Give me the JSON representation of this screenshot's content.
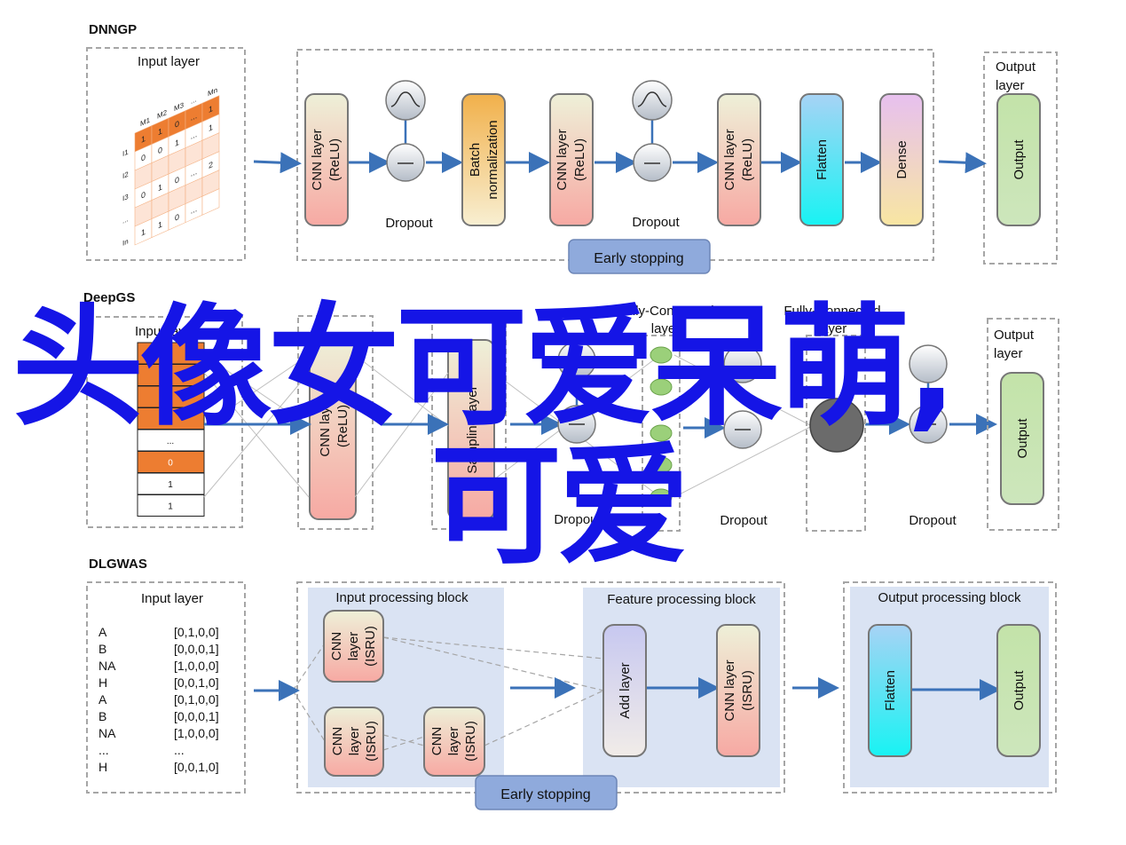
{
  "sections": {
    "dnngp": {
      "title": "DNNGP",
      "input_title": "Input layer",
      "layers": [
        "CNN layer\n(ReLU)",
        "Batch\nnormalization",
        "CNN layer\n(ReLU)",
        "CNN layer\n(ReLU)",
        "Flatten",
        "Dense"
      ],
      "dropout": "Dropout",
      "early_stopping": "Early stopping",
      "output_title": "Output\nlayer",
      "output": "Output",
      "matrix_cells": [
        [
          "1",
          "1",
          "0",
          "...",
          "1"
        ],
        [
          "0",
          "0",
          "1",
          "...",
          "1"
        ],
        [
          "",
          "",
          "",
          "",
          ""
        ],
        [
          "0",
          "1",
          "0",
          "...",
          "2"
        ],
        [
          "",
          "",
          "",
          "",
          ""
        ],
        [
          "1",
          "1",
          "0",
          "...",
          ""
        ]
      ],
      "matrix_cols": [
        "M1",
        "M2",
        "M3",
        "...",
        "Mn"
      ],
      "matrix_rows": [
        "I1",
        "I2",
        "I3",
        "...",
        "In"
      ]
    },
    "deepgs": {
      "title": "DeepGS",
      "input_title": "Input layer",
      "input_cells": [
        "",
        "",
        "",
        "",
        "...",
        "0",
        "1",
        "1"
      ],
      "cnn": "CNN layer\n(ReLU)",
      "sampling": "Sampling layer",
      "fc1": "Fully-Connected\nlayer",
      "fc2": "Fully-Connected\nlayer",
      "dropout": "Dropout",
      "output_title": "Output\nlayer",
      "output": "Output"
    },
    "dlgwas": {
      "title": "DLGWAS",
      "input_title": "Input layer",
      "genotypes": [
        {
          "base": "A",
          "code": "[0,1,0,0]"
        },
        {
          "base": "B",
          "code": "[0,0,0,1]"
        },
        {
          "base": "NA",
          "code": "[1,0,0,0]"
        },
        {
          "base": "H",
          "code": "[0,0,1,0]"
        },
        {
          "base": "A",
          "code": "[0,1,0,0]"
        },
        {
          "base": "B",
          "code": "[0,0,0,1]"
        },
        {
          "base": "NA",
          "code": "[1,0,0,0]"
        },
        {
          "base": "...",
          "code": "..."
        },
        {
          "base": "H",
          "code": "[0,0,1,0]"
        }
      ],
      "input_block": "Input processing block",
      "feature_block": "Feature processing block",
      "output_block": "Output processing block",
      "cnn_isru": "CNN\nlayer\n(ISRU)",
      "add_layer": "Add layer",
      "cnn_isru2": "CNN layer\n(ISRU)",
      "flatten": "Flatten",
      "output": "Output",
      "early_stopping": "Early stopping"
    }
  },
  "overlay_text": {
    "line1": "头像女可爱呆萌,",
    "line2": "可爱"
  },
  "colors": {
    "arrow": "#3b72b8",
    "orange": "#ed7d31",
    "overlay": "#1515e6",
    "early_stopping": "#8faadc"
  }
}
